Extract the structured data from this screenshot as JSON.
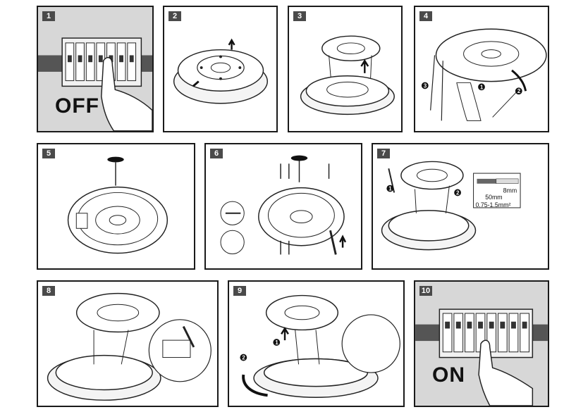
{
  "steps": [
    {
      "number": "1",
      "caption": "OFF"
    },
    {
      "number": "2"
    },
    {
      "number": "3"
    },
    {
      "number": "4",
      "markers": [
        "1",
        "2",
        "3"
      ]
    },
    {
      "number": "5"
    },
    {
      "number": "6"
    },
    {
      "number": "7",
      "markers": [
        "1",
        "2"
      ],
      "wire_labels": [
        "8mm",
        "50mm",
        "0.75-1.5mm²"
      ]
    },
    {
      "number": "8"
    },
    {
      "number": "9",
      "markers": [
        "1",
        "2"
      ]
    },
    {
      "number": "10",
      "caption": "ON"
    }
  ],
  "colors": {
    "border": "#1a1a1a",
    "panel_grey": "#d7d7d7",
    "badge": "#4a4a4a",
    "line": "#222222"
  },
  "icons": [
    "breaker-switch-icon",
    "hand-icon",
    "ceiling-lamp-icon",
    "screw-icon",
    "screwdriver-icon",
    "rotate-arrow-icon",
    "up-arrow-icon"
  ]
}
